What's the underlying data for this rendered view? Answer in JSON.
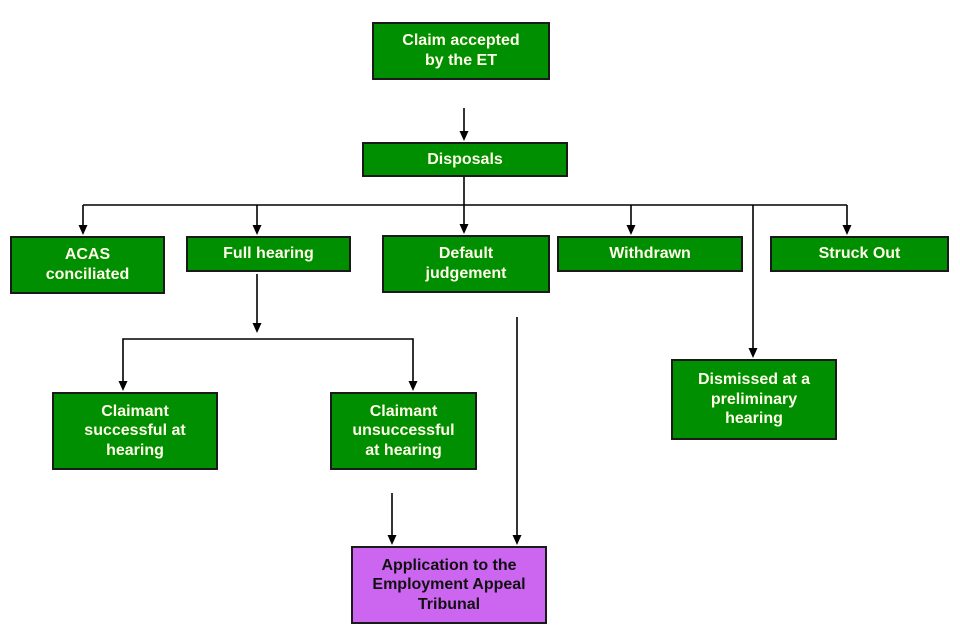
{
  "diagram": {
    "type": "flowchart",
    "colors": {
      "background": "#ffffff",
      "node_fill": "#008f00",
      "node_border": "#1a1a1a",
      "node_text": "#fffde8",
      "appeal_fill": "#cc66f0",
      "appeal_text": "#111111",
      "connector": "#000000"
    },
    "nodes": [
      {
        "id": "claim_accepted",
        "label": "Claim accepted\nby the ET"
      },
      {
        "id": "disposals",
        "label": "Disposals"
      },
      {
        "id": "acas_conciliated",
        "label": "ACAS\nconciliated"
      },
      {
        "id": "full_hearing",
        "label": "Full hearing"
      },
      {
        "id": "default_judgement",
        "label": "Default\njudgement"
      },
      {
        "id": "withdrawn",
        "label": "Withdrawn"
      },
      {
        "id": "struck_out",
        "label": "Struck Out"
      },
      {
        "id": "claimant_successful",
        "label": "Claimant\nsuccessful at\nhearing"
      },
      {
        "id": "claimant_unsuccessful",
        "label": "Claimant\nunsuccessful\nat hearing"
      },
      {
        "id": "dismissed_preliminary",
        "label": "Dismissed at a\npreliminary\nhearing"
      },
      {
        "id": "appeal_application",
        "label": "Application to the\nEmployment Appeal\nTribunal"
      }
    ],
    "edges": [
      {
        "from": "claim_accepted",
        "to": "disposals"
      },
      {
        "from": "disposals",
        "to": "acas_conciliated"
      },
      {
        "from": "disposals",
        "to": "full_hearing"
      },
      {
        "from": "disposals",
        "to": "default_judgement"
      },
      {
        "from": "disposals",
        "to": "withdrawn"
      },
      {
        "from": "disposals",
        "to": "struck_out"
      },
      {
        "from": "disposals",
        "to": "dismissed_preliminary"
      },
      {
        "from": "full_hearing",
        "to": "claimant_successful"
      },
      {
        "from": "full_hearing",
        "to": "claimant_unsuccessful"
      },
      {
        "from": "claimant_unsuccessful",
        "to": "appeal_application"
      },
      {
        "from": "default_judgement",
        "to": "appeal_application"
      }
    ]
  }
}
